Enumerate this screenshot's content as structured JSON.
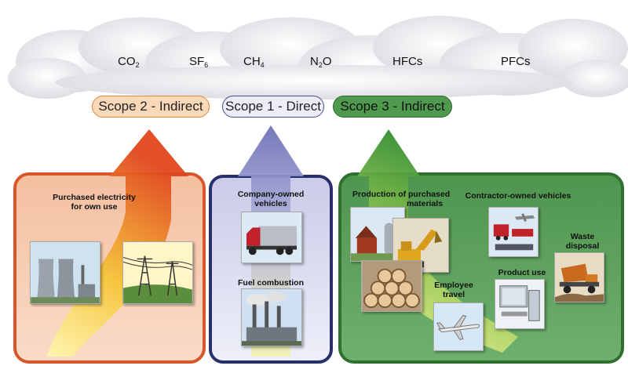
{
  "gases": [
    {
      "base": "CO",
      "sub": "2"
    },
    {
      "base": "SF",
      "sub": "6"
    },
    {
      "base": "CH",
      "sub": "4"
    },
    {
      "base": "N",
      "sub": "2",
      "tail": "O"
    },
    {
      "base": "HFCs"
    },
    {
      "base": "PFCs"
    }
  ],
  "scopes": {
    "scope2": {
      "label": "Scope 2 - Indirect",
      "fill": "#fbd8b8",
      "border": "#e08a3c"
    },
    "scope1": {
      "label": "Scope 1 - Direct",
      "fill": "#ecedf7",
      "border": "#4a4e8c"
    },
    "scope3": {
      "label": "Scope 3 - Indirect",
      "fill": "#4f9a4f",
      "border": "#2e6b2e"
    }
  },
  "panels": {
    "scope2": {
      "label_lines": [
        "Purchased electricity",
        "for own use"
      ]
    },
    "scope1": {
      "vehicles_lines": [
        "Company-owned",
        "vehicles"
      ],
      "fuel": "Fuel combustion"
    },
    "scope3": {
      "production_lines": [
        "Production of purchased",
        "materials"
      ],
      "contractor": "Contractor-owned vehicles",
      "waste_lines": [
        "Waste",
        "disposal"
      ],
      "employee_lines": [
        "Employee",
        "travel"
      ],
      "product": "Product use"
    }
  },
  "colors": {
    "scope2_panel": "#f6c9ac",
    "scope2_border": "#d9562a",
    "scope1_panel": "#d6d8ef",
    "scope1_border": "#27306b",
    "scope3_panel": "#5ea35e",
    "scope3_border": "#2f6f2f"
  }
}
